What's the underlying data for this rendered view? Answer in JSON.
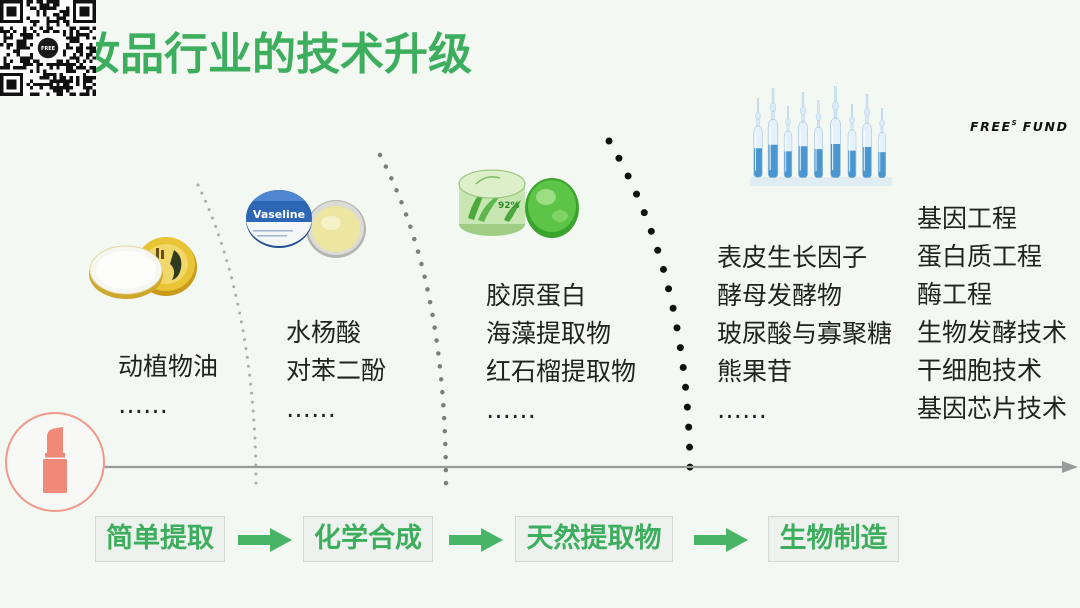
{
  "slide": {
    "title": "化妆品行业的技术升级",
    "colors": {
      "accent": "#3dae5e",
      "background": "#f3f8f3",
      "body_text": "#222222",
      "timeline": "#9a9a9a",
      "lipstick": "#ef8a78"
    }
  },
  "brand": {
    "qr_logo_text": "FREE",
    "name_main": "FREE",
    "name_superscript": "S",
    "name_suffix": "FUND"
  },
  "stages": [
    {
      "image": "balm-tin-image",
      "items": [
        "动植物油",
        "……"
      ]
    },
    {
      "image": "vaseline-jar-image",
      "image_label": "Vaseline",
      "items": [
        "水杨酸",
        "对苯二酚",
        "……"
      ]
    },
    {
      "image": "aloe-gel-jars-image",
      "image_label": "92%",
      "items": [
        "胶原蛋白",
        "海藻提取物",
        "红石榴提取物",
        "……"
      ]
    },
    {
      "image": "ampoule-vials-image",
      "items": [
        "表皮生长因子",
        "酵母发酵物",
        "玻尿酸与寡聚糖",
        "熊果苷",
        "……"
      ]
    },
    {
      "items": [
        "基因工程",
        "蛋白质工程",
        "酶工程",
        "生物发酵技术",
        "干细胞技术",
        "基因芯片技术"
      ]
    }
  ],
  "timeline": {
    "start_icon": "lipstick-icon",
    "end_icon": "arrow-right-icon"
  },
  "process_steps": [
    "简单提取",
    "化学合成",
    "天然提取物",
    "生物制造"
  ],
  "process_arrow_icon": "green-arrow-right-icon"
}
